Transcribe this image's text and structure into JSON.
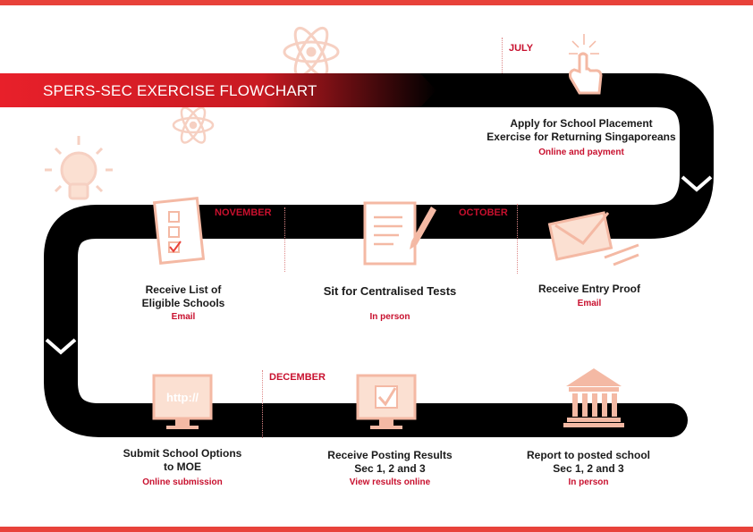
{
  "title": "SPERS-SEC EXERCISE FLOWCHART",
  "months": {
    "july": "JULY",
    "november": "NOVEMBER",
    "october": "OCTOBER",
    "december": "DECEMBER"
  },
  "steps": [
    {
      "line1": "Apply for School Placement",
      "line2": "Exercise for Returning Singaporeans",
      "sub": "Online and payment"
    },
    {
      "line1": "Receive Entry Proof",
      "line2": "",
      "sub": "Email"
    },
    {
      "line1": "Sit for Centralised Tests",
      "line2": "",
      "sub": "In person"
    },
    {
      "line1": "Receive List of",
      "line2": "Eligible Schools",
      "sub": "Email"
    },
    {
      "line1": "Submit School Options",
      "line2": "to MOE",
      "sub": "Online submission"
    },
    {
      "line1": "Receive Posting Results",
      "line2": "Sec 1, 2 and 3",
      "sub": "View results online"
    },
    {
      "line1": "Report to posted school",
      "line2": "Sec 1, 2 and 3",
      "sub": "In person"
    }
  ],
  "monitor_text": "http://",
  "colors": {
    "accent": "#e8423a",
    "road": "#000000",
    "icon": "#f4b9a4",
    "text_red": "#c8102e"
  }
}
